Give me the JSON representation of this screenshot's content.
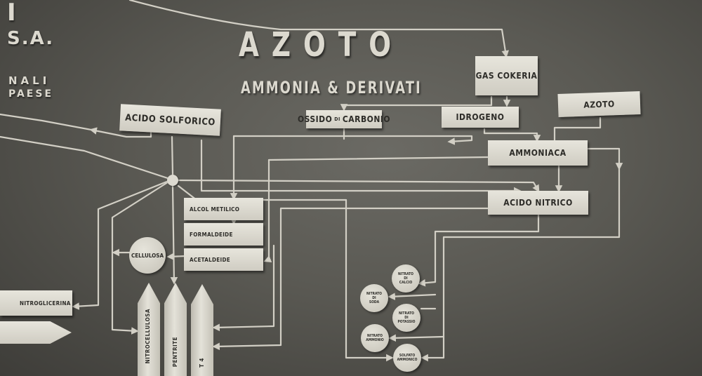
{
  "header": {
    "title": "AZOTO",
    "subtitle": "AMMONIA & DERIVATI",
    "corner_line1": "I",
    "corner_line2": "S.A.",
    "corner_line3": "NALI",
    "corner_line4": "PAESE"
  },
  "nodes": {
    "gas_cokeria": "GAS COKERIA",
    "ossido_di": "OSSIDO",
    "ossido_di_small": "DI",
    "ossido_carbonio": "CARBONIO",
    "idrogeno": "IDROGENO",
    "azoto": "AZOTO",
    "acido_solforico": "ACIDO SOLFORICO",
    "ammoniaca": "AMMONIACA",
    "acido_nitrico": "ACIDO NITRICO",
    "alcol_metilico": "ALCOL METILICO",
    "formaldeide": "FORMALDEIDE",
    "acetaldeide": "ACETALDEIDE",
    "cellulosa": "CELLULOSA",
    "nitroglicerina": "NITROGLICERINA",
    "nitrocellulosa": "NITROCELLULOSA",
    "pentrite": "PENTRITE",
    "t4": "T 4",
    "nitrato_calcio": "NITRATO\nDI\nCALCIO",
    "nitrato_soda": "NITRATO\nDI\nSODA",
    "nitrato_potassio": "NITRATO\nDI\nPOTASSIO",
    "nitrato_ammonio": "NITRATO\nAMMONIO",
    "solfato_ammonico": "SOLFATO\nAMMONICO"
  },
  "colors": {
    "board": "#5a5953",
    "plate": "#dcd9cf",
    "pipe": "#d2cfc5",
    "text": "#2d2c28"
  }
}
